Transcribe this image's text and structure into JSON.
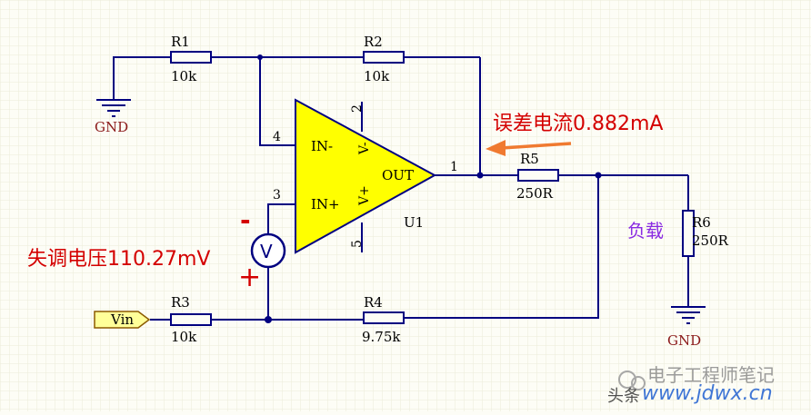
{
  "components": {
    "r1": {
      "ref": "R1",
      "value": "10k"
    },
    "r2": {
      "ref": "R2",
      "value": "10k"
    },
    "r3": {
      "ref": "R3",
      "value": "10k"
    },
    "r4": {
      "ref": "R4",
      "value": "9.75k"
    },
    "r5": {
      "ref": "R5",
      "value": "250R"
    },
    "r6": {
      "ref": "R6",
      "value": "250R"
    },
    "u1": {
      "ref": "U1",
      "in_minus": "IN-",
      "in_plus": "IN+",
      "out": "OUT",
      "vminus": "V-",
      "vplus": "V+",
      "pin2": "2",
      "pin3": "3",
      "pin4": "4",
      "pin5": "5",
      "pin1": "1"
    },
    "gnd_left": "GND",
    "gnd_right": "GND",
    "vin_port": "Vin",
    "voltmeter": "V"
  },
  "annotations": {
    "error_current": "误差电流0.882mA",
    "offset_voltage": "失调电压110.27mV",
    "minus_sign": "-",
    "plus_sign": "+",
    "load": "负载"
  },
  "watermark": {
    "text1": "电子工程师笔记",
    "text2": "头条",
    "site": "www.jdwx.cn"
  },
  "colors": {
    "wire": "#000080",
    "opamp_fill": "#ffff00",
    "annotation": "#d40000",
    "load_label": "#8a2be2",
    "arrow": "#f07a30"
  }
}
